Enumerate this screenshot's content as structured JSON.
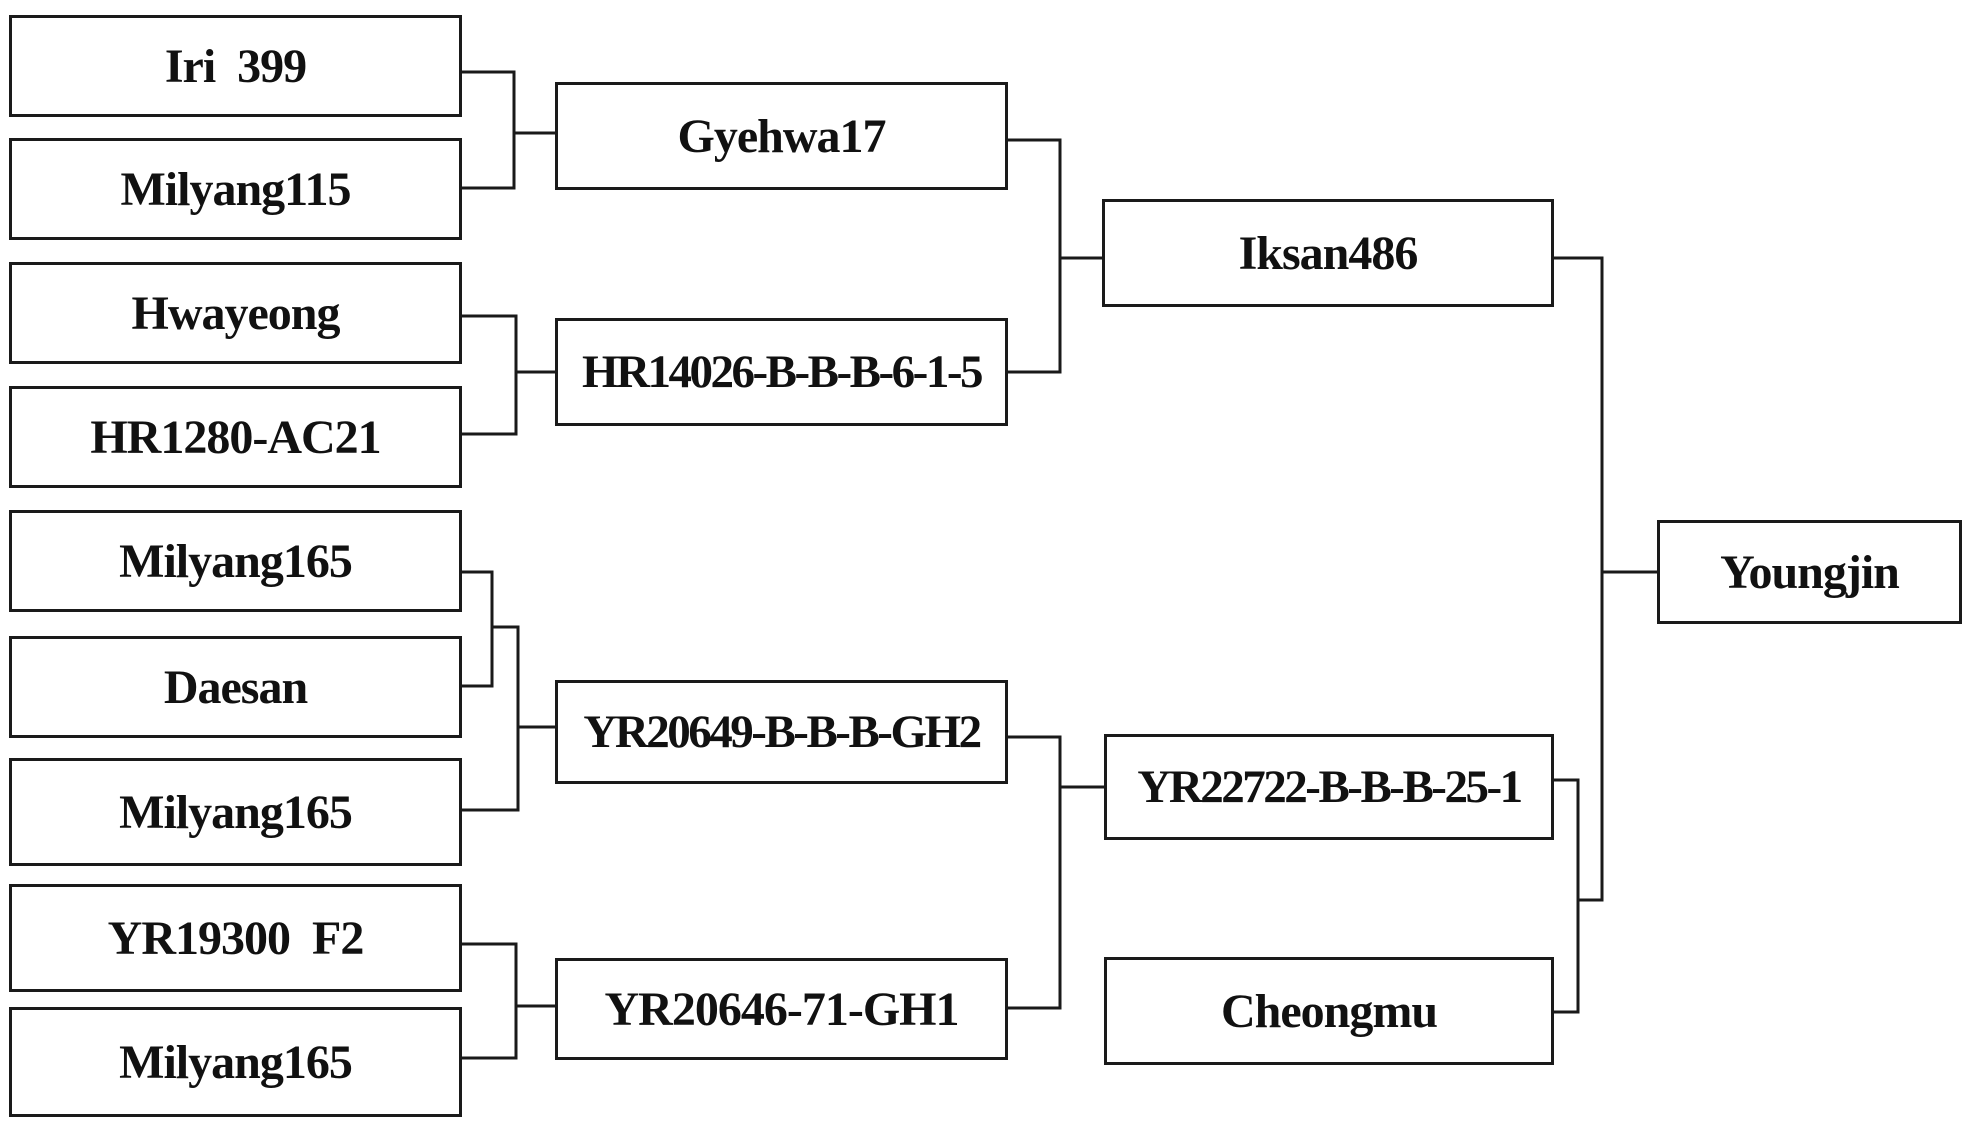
{
  "pedigree": {
    "parents": {
      "iri399": "Iri  399",
      "milyang115": "Milyang115",
      "hwayeong": "Hwayeong",
      "hr1280": "HR1280-AC21",
      "milyang165_a": "Milyang165",
      "daesan": "Daesan",
      "milyang165_b": "Milyang165",
      "yr19300": "YR19300  F2",
      "milyang165_c": "Milyang165"
    },
    "intermediate": {
      "gyehwa17": "Gyehwa17",
      "hr14026": "HR14026-B-B-B-6-1-5",
      "yr20649": "YR20649-B-B-B-GH2",
      "yr20646": "YR20646-71-GH1"
    },
    "third": {
      "iksan486": "Iksan486",
      "yr22722": "YR22722-B-B-B-25-1",
      "cheongmu": "Cheongmu"
    },
    "final": {
      "youngjin": "Youngjin"
    }
  }
}
